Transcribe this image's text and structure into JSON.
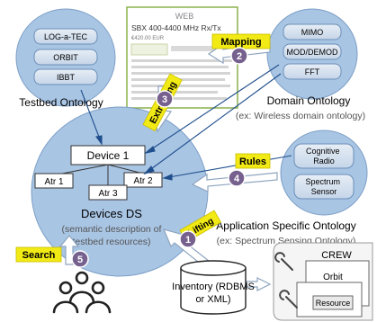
{
  "testbed": {
    "title": "Testbed Ontology",
    "items": [
      "LOG-a-TEC",
      "ORBIT",
      "IBBT"
    ]
  },
  "web": {
    "title": "WEB",
    "product": "SBX 400-4400 MHz Rx/Tx",
    "price": "€420.00 EUR"
  },
  "domain": {
    "title": "Domain Ontology",
    "subtitle": "(ex: Wireless domain ontology)",
    "items": [
      "MIMO",
      "MOD/DEMOD",
      "FFT"
    ]
  },
  "app_ontology": {
    "title": "Application Specific Ontology",
    "subtitle": "(ex: Spectrum Sensing Ontology)",
    "items": [
      "Cognitive Radio",
      "Spectrum Sensor"
    ]
  },
  "devices": {
    "device": "Device 1",
    "attributes": [
      "Atr 1",
      "Atr 2",
      "Atr 3"
    ],
    "title": "Devices DS",
    "desc_line1": "(semantic description of",
    "desc_line2": "testbed resources)"
  },
  "steps": {
    "mapping": "Mapping",
    "extracting": "Extracting",
    "rules": "Rules",
    "lifting": "Lifting",
    "search": "Search"
  },
  "step_numbers": [
    "1",
    "2",
    "3",
    "4",
    "5"
  ],
  "inventory": {
    "line1": "Inventory (RDBMS",
    "line2": "or XML)"
  },
  "crew": {
    "title": "CREW",
    "orbit": "Orbit",
    "resource": "Resource"
  },
  "colors": {
    "ontology_fill": "#a9c5e4",
    "ontology_stroke": "#6b8fb8",
    "step_label": "#f2ea14",
    "badge": "#76608e",
    "arrow_fill": "#ffffff",
    "arrow_stroke": "#8ea5bf"
  },
  "icons": [
    "users-icon",
    "database-icon",
    "wrench-icon"
  ]
}
